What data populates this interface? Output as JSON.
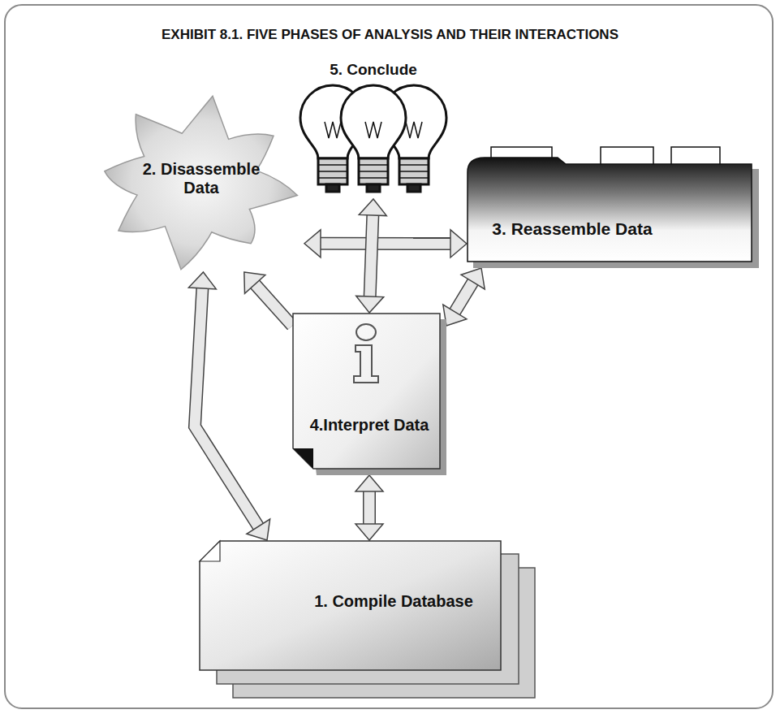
{
  "diagram": {
    "title": "EXHIBIT 8.1. FIVE PHASES OF ANALYSIS AND THEIR INTERACTIONS",
    "nodes": [
      {
        "text": [
          "5. Conclude"
        ]
      },
      {
        "text": [
          "2. Disassemble Data"
        ]
      },
      {
        "text": [
          "3. Reassemble Data"
        ]
      },
      {
        "text": [
          "4.Interpret Data"
        ]
      },
      {
        "text": [
          "1. Compile Database"
        ]
      }
    ],
    "edges": [
      {
        "from": 1,
        "to": 2,
        "arrow": "both"
      },
      {
        "from": 0,
        "to": 3,
        "arrow": "both"
      },
      {
        "from": 3,
        "to": 1,
        "arrow": "to"
      },
      {
        "from": 3,
        "to": 2,
        "arrow": "both"
      },
      {
        "from": 1,
        "to": 4,
        "arrow": "both"
      },
      {
        "from": 3,
        "to": 4,
        "arrow": "both"
      }
    ]
  }
}
